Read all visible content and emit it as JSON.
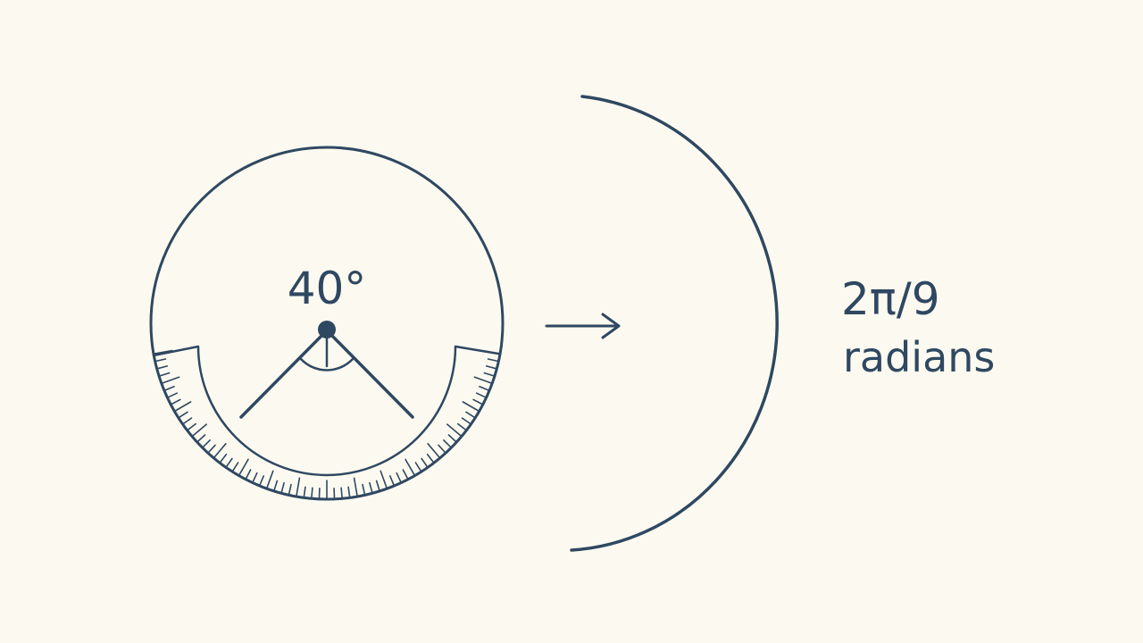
{
  "diagram": {
    "degree_label": "40°",
    "radian_value": "2π/9",
    "radian_unit": "radians",
    "angle_degrees": 40,
    "colors": {
      "background": "#fcfaf0",
      "ink": "#2f4862"
    },
    "icons": {
      "protractor": "protractor-icon",
      "arrow": "right-arrow-icon",
      "arc": "arc-icon"
    }
  }
}
